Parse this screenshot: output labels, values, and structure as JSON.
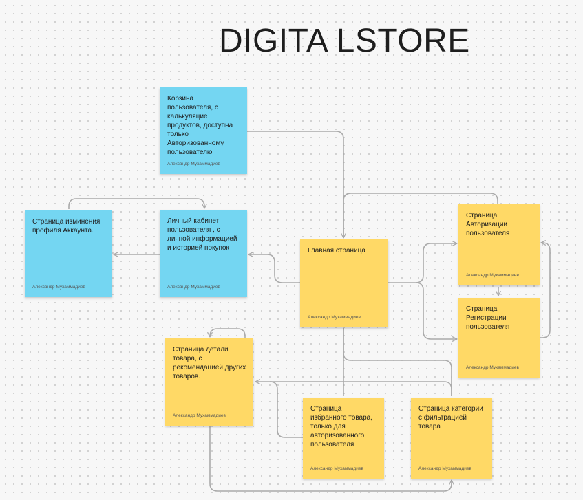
{
  "board": {
    "title": "DIGITA LSTORE",
    "colors": {
      "blue_note": "#74d6f2",
      "yellow_note": "#ffd966",
      "connector": "#aaaaaa"
    }
  },
  "notes": [
    {
      "id": "cart",
      "color": "blue",
      "text": "Корзина пользователя, с калькуляцие продуктов, доступна только Авторизованному пользователю",
      "author": "Александр Мухаммадиев"
    },
    {
      "id": "profile-edit",
      "color": "blue",
      "text": "Страница изминения профиля Аккаунта.",
      "author": "Александр Мухаммадиев"
    },
    {
      "id": "account",
      "color": "blue",
      "text": "Личный кабинет пользователя , с личной информацией и историей покупок",
      "author": "Александр Мухаммадиев"
    },
    {
      "id": "main",
      "color": "yellow",
      "text": "Главная страница",
      "author": "Александр Мухаммадиев"
    },
    {
      "id": "auth",
      "color": "yellow",
      "text": "Страница Авторизации пользователя",
      "author": "Александр Мухаммадиев"
    },
    {
      "id": "register",
      "color": "yellow",
      "text": "Страница Регистрации пользователя",
      "author": "Александр Мухаммадиев"
    },
    {
      "id": "product",
      "color": "yellow",
      "text": "Страница детали товара, с рекомендацией других товаров.",
      "author": "Александр Мухаммадиев"
    },
    {
      "id": "favorites",
      "color": "yellow",
      "text": "Страница избранного товара, только для авторизованного пользователя",
      "author": "Александр Мухаммадиев"
    },
    {
      "id": "category",
      "color": "yellow",
      "text": "Страница категории с фильтрацией товара",
      "author": "Александр Мухаммадиев"
    }
  ]
}
